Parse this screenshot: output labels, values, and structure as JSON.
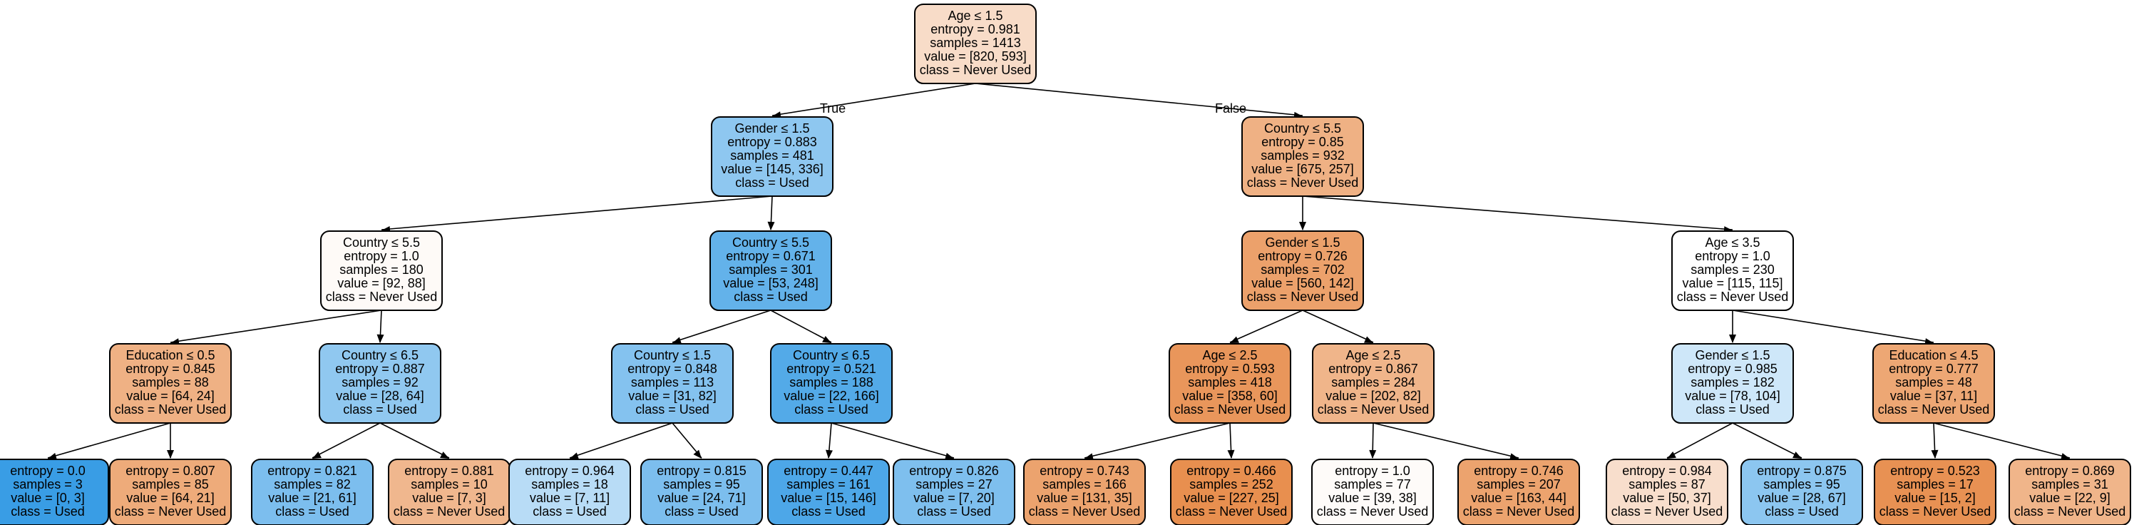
{
  "tree": {
    "palette": {
      "Used": "#399de5",
      "Never Used": "#e58139",
      "neutral": "#ffffff"
    },
    "edge_labels": [
      "True",
      "False"
    ],
    "nodes": [
      {
        "id": 0,
        "split": "Age ≤ 1.5",
        "entropy": "entropy = 0.981",
        "samples": "samples = 1413",
        "value": "value = [820, 593]",
        "class": "class = Never Used",
        "purity": 0.28
      },
      {
        "id": 1,
        "split": "Gender ≤ 1.5",
        "entropy": "entropy = 0.883",
        "samples": "samples = 481",
        "value": "value = [145, 336]",
        "class": "class = Used",
        "purity": 0.57
      },
      {
        "id": 2,
        "split": "Country ≤ 5.5",
        "entropy": "entropy = 1.0",
        "samples": "samples = 180",
        "value": "value = [92, 88]",
        "class": "class = Never Used",
        "purity": 0.04
      },
      {
        "id": 3,
        "split": "Education ≤ 0.5",
        "entropy": "entropy = 0.845",
        "samples": "samples = 88",
        "value": "value = [64, 24]",
        "class": "class = Never Used",
        "purity": 0.62
      },
      {
        "id": 4,
        "split": "",
        "entropy": "entropy = 0.0",
        "samples": "samples = 3",
        "value": "value = [0, 3]",
        "class": "class = Used",
        "purity": 1.0
      },
      {
        "id": 5,
        "split": "",
        "entropy": "entropy = 0.807",
        "samples": "samples = 85",
        "value": "value = [64, 21]",
        "class": "class = Never Used",
        "purity": 0.67
      },
      {
        "id": 6,
        "split": "Country ≤ 6.5",
        "entropy": "entropy = 0.887",
        "samples": "samples = 92",
        "value": "value = [28, 64]",
        "class": "class = Used",
        "purity": 0.56
      },
      {
        "id": 7,
        "split": "",
        "entropy": "entropy = 0.821",
        "samples": "samples = 82",
        "value": "value = [21, 61]",
        "class": "class = Used",
        "purity": 0.66
      },
      {
        "id": 8,
        "split": "",
        "entropy": "entropy = 0.881",
        "samples": "samples = 10",
        "value": "value = [7, 3]",
        "class": "class = Never Used",
        "purity": 0.57
      },
      {
        "id": 9,
        "split": "Country ≤ 5.5",
        "entropy": "entropy = 0.671",
        "samples": "samples = 301",
        "value": "value = [53, 248]",
        "class": "class = Used",
        "purity": 0.79
      },
      {
        "id": 10,
        "split": "Country ≤ 1.5",
        "entropy": "entropy = 0.848",
        "samples": "samples = 113",
        "value": "value = [31, 82]",
        "class": "class = Used",
        "purity": 0.62
      },
      {
        "id": 11,
        "split": "",
        "entropy": "entropy = 0.964",
        "samples": "samples = 18",
        "value": "value = [7, 11]",
        "class": "class = Used",
        "purity": 0.36
      },
      {
        "id": 12,
        "split": "",
        "entropy": "entropy = 0.815",
        "samples": "samples = 95",
        "value": "value = [24, 71]",
        "class": "class = Used",
        "purity": 0.66
      },
      {
        "id": 13,
        "split": "Country ≤ 6.5",
        "entropy": "entropy = 0.521",
        "samples": "samples = 188",
        "value": "value = [22, 166]",
        "class": "class = Used",
        "purity": 0.87
      },
      {
        "id": 14,
        "split": "",
        "entropy": "entropy = 0.447",
        "samples": "samples = 161",
        "value": "value = [15, 146]",
        "class": "class = Used",
        "purity": 0.9
      },
      {
        "id": 15,
        "split": "",
        "entropy": "entropy = 0.826",
        "samples": "samples = 27",
        "value": "value = [7, 20]",
        "class": "class = Used",
        "purity": 0.65
      },
      {
        "id": 16,
        "split": "Country ≤ 5.5",
        "entropy": "entropy = 0.85",
        "samples": "samples = 932",
        "value": "value = [675, 257]",
        "class": "class = Never Used",
        "purity": 0.62
      },
      {
        "id": 17,
        "split": "Gender ≤ 1.5",
        "entropy": "entropy = 0.726",
        "samples": "samples = 702",
        "value": "value = [560, 142]",
        "class": "class = Never Used",
        "purity": 0.75
      },
      {
        "id": 18,
        "split": "Age ≤ 2.5",
        "entropy": "entropy = 0.593",
        "samples": "samples = 418",
        "value": "value = [358, 60]",
        "class": "class = Never Used",
        "purity": 0.83
      },
      {
        "id": 19,
        "split": "",
        "entropy": "entropy = 0.743",
        "samples": "samples = 166",
        "value": "value = [131, 35]",
        "class": "class = Never Used",
        "purity": 0.73
      },
      {
        "id": 20,
        "split": "",
        "entropy": "entropy = 0.466",
        "samples": "samples = 252",
        "value": "value = [227, 25]",
        "class": "class = Never Used",
        "purity": 0.89
      },
      {
        "id": 21,
        "split": "Age ≤ 2.5",
        "entropy": "entropy = 0.867",
        "samples": "samples = 284",
        "value": "value = [202, 82]",
        "class": "class = Never Used",
        "purity": 0.59
      },
      {
        "id": 22,
        "split": "",
        "entropy": "entropy = 1.0",
        "samples": "samples = 77",
        "value": "value = [39, 38]",
        "class": "class = Never Used",
        "purity": 0.03
      },
      {
        "id": 23,
        "split": "",
        "entropy": "entropy = 0.746",
        "samples": "samples = 207",
        "value": "value = [163, 44]",
        "class": "class = Never Used",
        "purity": 0.73
      },
      {
        "id": 24,
        "split": "Age ≤ 3.5",
        "entropy": "entropy = 1.0",
        "samples": "samples = 230",
        "value": "value = [115, 115]",
        "class": "class = Never Used",
        "purity": 0.0
      },
      {
        "id": 25,
        "split": "Gender ≤ 1.5",
        "entropy": "entropy = 0.985",
        "samples": "samples = 182",
        "value": "value = [78, 104]",
        "class": "class = Used",
        "purity": 0.25
      },
      {
        "id": 26,
        "split": "",
        "entropy": "entropy = 0.984",
        "samples": "samples = 87",
        "value": "value = [50, 37]",
        "class": "class = Never Used",
        "purity": 0.26
      },
      {
        "id": 27,
        "split": "",
        "entropy": "entropy = 0.875",
        "samples": "samples = 95",
        "value": "value = [28, 67]",
        "class": "class = Used",
        "purity": 0.58
      },
      {
        "id": 28,
        "split": "Education ≤ 4.5",
        "entropy": "entropy = 0.777",
        "samples": "samples = 48",
        "value": "value = [37, 11]",
        "class": "class = Never Used",
        "purity": 0.7
      },
      {
        "id": 29,
        "split": "",
        "entropy": "entropy = 0.523",
        "samples": "samples = 17",
        "value": "value = [15, 2]",
        "class": "class = Never Used",
        "purity": 0.87
      },
      {
        "id": 30,
        "split": "",
        "entropy": "entropy = 0.869",
        "samples": "samples = 31",
        "value": "value = [22, 9]",
        "class": "class = Never Used",
        "purity": 0.59
      }
    ],
    "edges": [
      [
        0,
        1
      ],
      [
        0,
        16
      ],
      [
        1,
        2
      ],
      [
        1,
        9
      ],
      [
        2,
        3
      ],
      [
        2,
        6
      ],
      [
        3,
        4
      ],
      [
        3,
        5
      ],
      [
        6,
        7
      ],
      [
        6,
        8
      ],
      [
        9,
        10
      ],
      [
        9,
        13
      ],
      [
        10,
        11
      ],
      [
        10,
        12
      ],
      [
        13,
        14
      ],
      [
        13,
        15
      ],
      [
        16,
        17
      ],
      [
        16,
        24
      ],
      [
        17,
        18
      ],
      [
        17,
        21
      ],
      [
        18,
        19
      ],
      [
        18,
        20
      ],
      [
        21,
        22
      ],
      [
        21,
        23
      ],
      [
        24,
        25
      ],
      [
        24,
        28
      ],
      [
        25,
        26
      ],
      [
        25,
        27
      ],
      [
        28,
        29
      ],
      [
        28,
        30
      ]
    ]
  }
}
